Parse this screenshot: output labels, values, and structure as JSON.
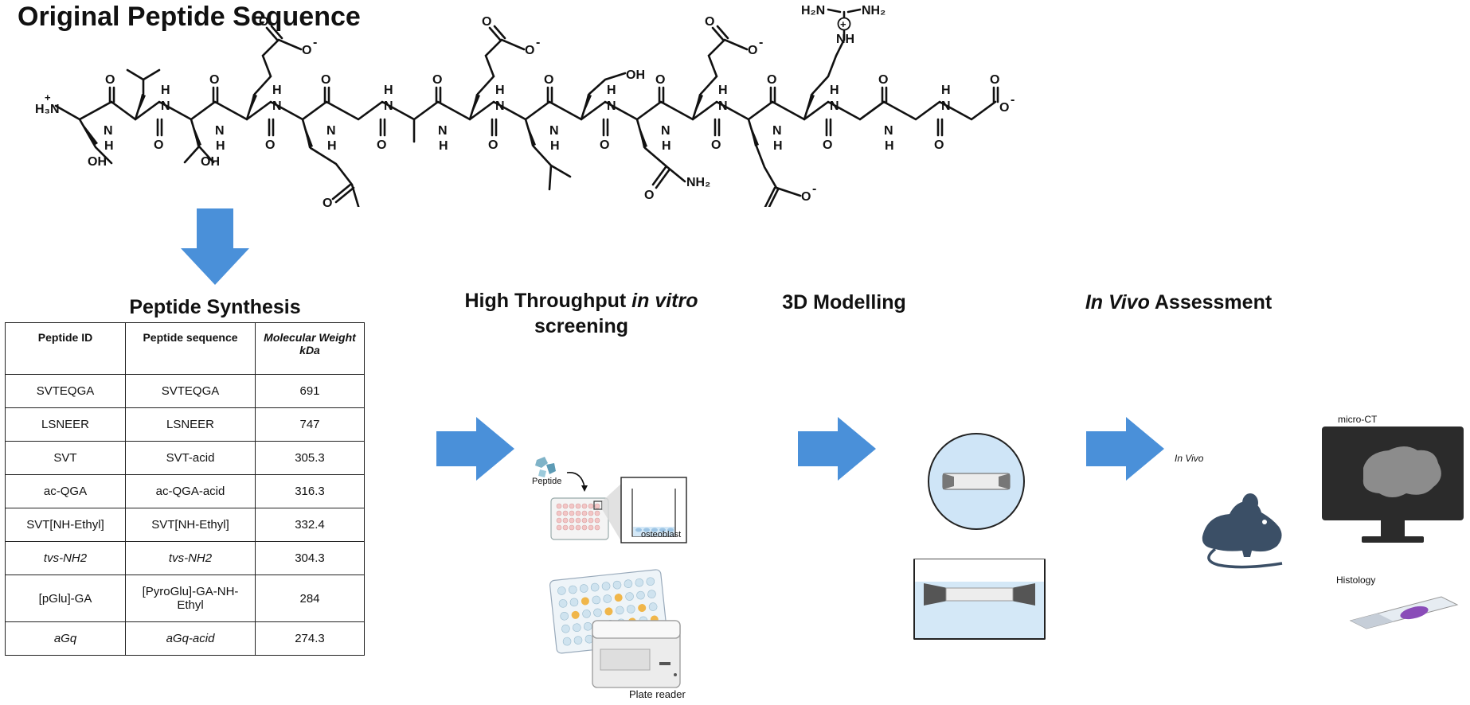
{
  "figure": {
    "title": "Original Peptide Sequence",
    "stages": {
      "synthesis": "Peptide Synthesis",
      "screening_line1_pre": "High Throughput ",
      "screening_line1_em": "in vitro",
      "screening_line2": "screening",
      "modelling": "3D Modelling",
      "invivo_em": "In Vivo",
      "invivo_post": " Assessment"
    }
  },
  "molecule": {
    "amine": "H₃N",
    "amine_charge": "+",
    "labels": {
      "nh_top": "H",
      "n": "N",
      "h": "H",
      "o": "O",
      "oh": "OH",
      "nh2": "NH₂",
      "o_minus": "O",
      "minus": "-",
      "guan_h2n": "H₂N",
      "guan_nh2": "NH₂",
      "guan_nh": "NH",
      "guan_plus": "+"
    }
  },
  "table": {
    "headers": [
      "Peptide ID",
      "Peptide sequence",
      "Molecular Weight kDa"
    ],
    "rows": [
      {
        "id": "SVTEQGA",
        "seq": "SVTEQGA",
        "mw": "691",
        "italic": false
      },
      {
        "id": "LSNEER",
        "seq": "LSNEER",
        "mw": "747",
        "italic": false
      },
      {
        "id": "SVT",
        "seq": "SVT-acid",
        "mw": "305.3",
        "italic": false
      },
      {
        "id": "ac-QGA",
        "seq": "ac-QGA-acid",
        "mw": "316.3",
        "italic": false
      },
      {
        "id": "SVT[NH-Ethyl]",
        "seq": "SVT[NH-Ethyl]",
        "mw": "332.4",
        "italic": false
      },
      {
        "id": "tvs-NH2",
        "seq": "tvs-NH2",
        "mw": "304.3",
        "italic": true
      },
      {
        "id": "[pGlu]-GA",
        "seq": "[PyroGlu]-GA-NH-Ethyl",
        "mw": "284",
        "italic": false
      },
      {
        "id": "aGq",
        "seq": "aGq-acid",
        "mw": "274.3",
        "italic": true
      }
    ]
  },
  "screening": {
    "peptide_label": "Peptide",
    "cell_label": "osteoblast",
    "reader_label": "Plate reader"
  },
  "invivo": {
    "mouse_label": "In Vivo",
    "microct_label": "micro-CT",
    "histology_label": "Histology"
  },
  "colors": {
    "arrow": "#4a90d9",
    "mouse": "#3b4f66",
    "circle": "#cfe5f7",
    "liquid": "#d4e8f7",
    "monitor": "#2b2b2b",
    "scan": "#8c8c8c",
    "stain": "#8a4cb8"
  }
}
